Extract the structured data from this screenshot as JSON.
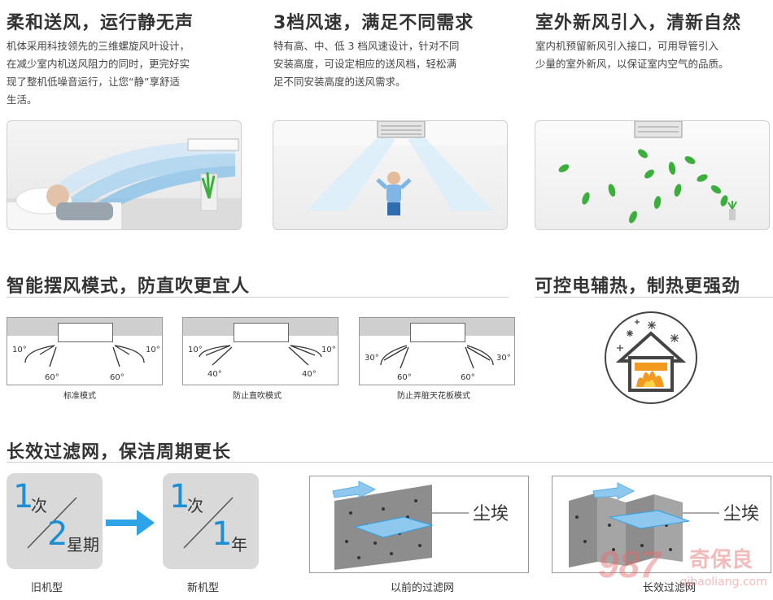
{
  "features": [
    {
      "title": "柔和送风，运行静无声",
      "desc": [
        "机体采用科技领先的三维螺旋风叶设计，",
        "在减少室内机送风阻力的同时，更完好实",
        "现了整机低噪音运行，让您“静”享舒适",
        "生活。"
      ]
    },
    {
      "title": "3档风速，满足不同需求",
      "desc": [
        "特有高、中、低 3 档风速设计，针对不同",
        "安装高度，可设定相应的送风档，轻松满",
        "足不同安装高度的送风需求。"
      ]
    },
    {
      "title": "室外新风引入，清新自然",
      "desc": [
        "室内机预留新风引入接口，可用导管引入",
        "少量的室外新风，以保证室内空气的品质。"
      ]
    }
  ],
  "swing": {
    "title": "智能摆风模式，防直吹更宜人",
    "modes": [
      {
        "caption": "标准模式",
        "left_top": "10°",
        "left_bottom": "60°",
        "right_top": "10°",
        "right_bottom": "60°"
      },
      {
        "caption": "防止直吹模式",
        "left_top": "10°",
        "left_bottom": "40°",
        "right_top": "10°",
        "right_bottom": "40°"
      },
      {
        "caption": "防止弄脏天花板模式",
        "left_top": "30°",
        "left_bottom": "60°",
        "right_top": "30°",
        "right_bottom": "60°"
      }
    ]
  },
  "heat": {
    "title": "可控电辅热，制热更强劲"
  },
  "filter": {
    "title": "长效过滤网，保洁周期更长",
    "old": {
      "top_num": "1",
      "top_unit": "次",
      "bottom_num": "2",
      "bottom_unit": "星期",
      "caption": "旧机型"
    },
    "new": {
      "top_num": "1",
      "top_unit": "次",
      "bottom_num": "1",
      "bottom_unit": "年",
      "caption": "新机型"
    },
    "prev_filter": {
      "dust": "尘埃",
      "caption": "以前的过滤网"
    },
    "long_filter": {
      "dust": "尘埃",
      "caption": "长效过滤网"
    }
  },
  "watermark": {
    "text": "奇保良",
    "site": ".qibaoliang.com"
  },
  "colors": {
    "accent": "#1a8fd6",
    "arrow": "#2ea3e8",
    "fire": "#f29a1f",
    "leaf": "#3cae3c"
  }
}
